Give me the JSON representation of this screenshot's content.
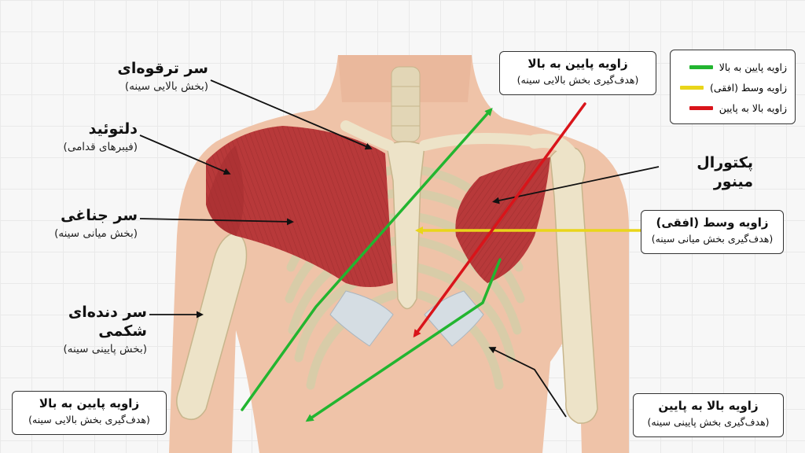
{
  "labels": {
    "clavicular": {
      "title": "سر ترقوه‌ای",
      "sub": "(بخش بالایی سینه)"
    },
    "deltoid": {
      "title": "دلتوئید",
      "sub": "(فیبرهای قدامی)"
    },
    "sternal": {
      "title": "سر جناغی",
      "sub": "(بخش میانی سینه)"
    },
    "abdominal": {
      "title": "سر دنده‌ای شکمی",
      "sub": "(بخش پایینی سینه)"
    },
    "pec_minor": {
      "title": "پکتورال مینور"
    }
  },
  "boxes": {
    "top_low_to_high": {
      "title": "زاویه پایین به بالا",
      "sub": "(هدف‌گیری بخش بالایی سینه)"
    },
    "middle": {
      "title": "زاویه وسط (افقی)",
      "sub": "(هدف‌گیری بخش میانی سینه)"
    },
    "bottom_low_to_high": {
      "title": "زاویه پایین به بالا",
      "sub": "(هدف‌گیری بخش بالایی سینه)"
    },
    "high_to_low": {
      "title": "زاویه بالا به پایین",
      "sub": "(هدف‌گیری بخش پایینی سینه)"
    }
  },
  "legend": {
    "items": [
      {
        "label": "زاویه پایین به بالا",
        "color": "#22b530"
      },
      {
        "label": "زاویه وسط (افقی)",
        "color": "#e9d51a"
      },
      {
        "label": "زاویه بالا به پایین",
        "color": "#d9141a"
      }
    ]
  },
  "colors": {
    "skin": "#efc3a8",
    "bone": "#ede3c8",
    "muscle": "#b8393a",
    "cartilage": "#d5dde3",
    "green": "#22b530",
    "yellow": "#e9d51a",
    "red": "#d9141a"
  }
}
